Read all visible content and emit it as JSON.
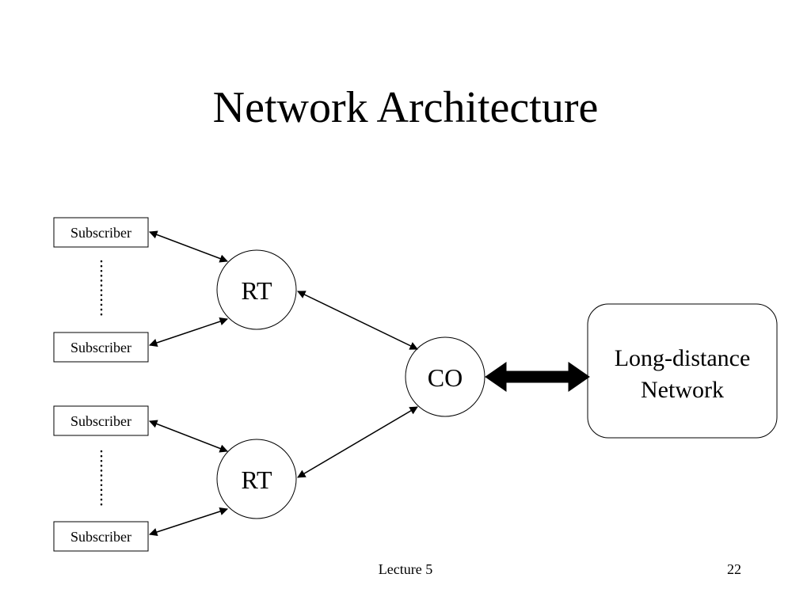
{
  "slide": {
    "title": "Network Architecture",
    "footer_left": "Lecture 5",
    "page_number": "22"
  },
  "diagram": {
    "subscriber_label": "Subscriber",
    "subscriber_labels": [
      "Subscriber",
      "Subscriber",
      "Subscriber",
      "Subscriber"
    ],
    "rt_label": "RT",
    "rt_labels": [
      "RT",
      "RT"
    ],
    "co_label": "CO",
    "network_label_line1": "Long-distance",
    "network_label_line2": "Network"
  }
}
